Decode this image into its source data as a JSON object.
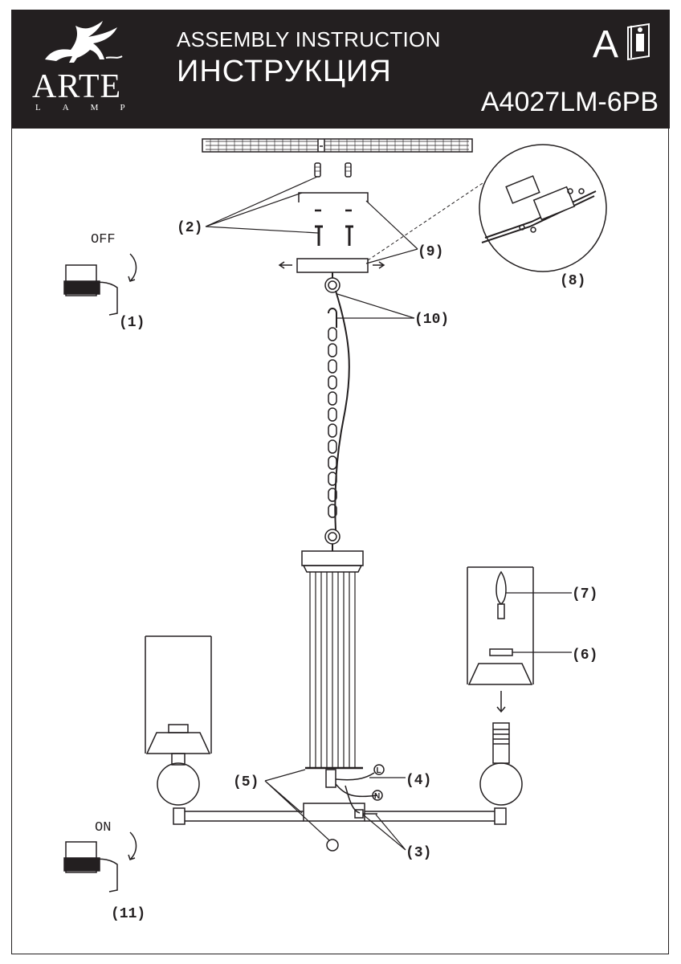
{
  "header": {
    "brand": "ARTE",
    "brand_sub": "LAMP",
    "title_en": "ASSEMBLY INSTRUCTION",
    "title_ru": "ИНСТРУКЦИЯ",
    "language_letter": "A",
    "model": "A4027LM-6PB",
    "background": "#231f20",
    "text_color": "#ffffff"
  },
  "switches": {
    "off_label": "OFF",
    "on_label": "ON"
  },
  "callouts": {
    "c1": "(1)",
    "c2": "(2)",
    "c3": "(3)",
    "c4": "(4)",
    "c5": "(5)",
    "c6": "(6)",
    "c7": "(7)",
    "c8": "(8)",
    "c9": "(9)",
    "c10": "(10)",
    "c11": "(11)"
  },
  "wire_marks": {
    "live": "L",
    "neutral": "N"
  }
}
